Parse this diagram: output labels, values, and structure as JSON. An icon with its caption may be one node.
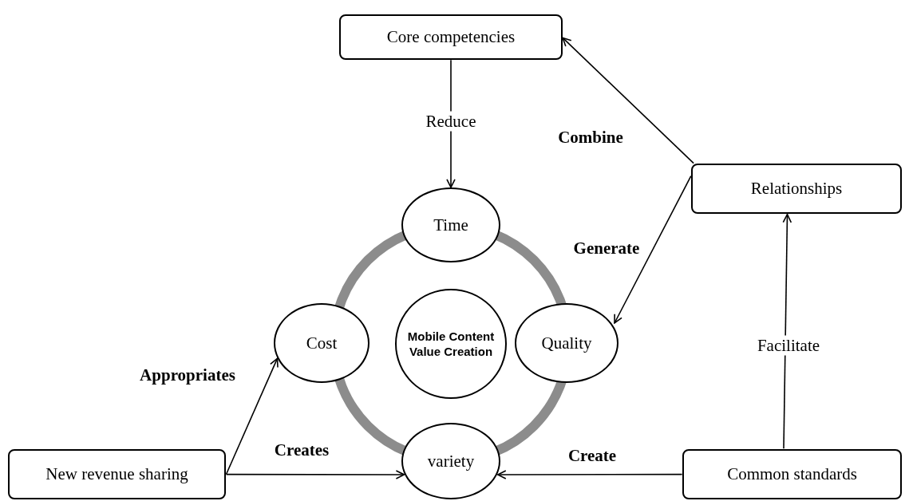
{
  "diagram": {
    "nodes": [
      {
        "text": [
          "Core competencies"
        ]
      },
      {
        "text": [
          "Relationships"
        ]
      },
      {
        "text": [
          "Time"
        ]
      },
      {
        "text": [
          "Cost"
        ]
      },
      {
        "text": [
          "Mobile Content Value Creation"
        ]
      },
      {
        "text": [
          "Quality"
        ]
      },
      {
        "text": [
          "variety"
        ]
      },
      {
        "text": [
          "New revenue sharing"
        ]
      },
      {
        "text": [
          "Common standards"
        ]
      }
    ],
    "edges": [
      {
        "from": 0,
        "to": 2,
        "arrow": "to",
        "label": "Reduce"
      },
      {
        "from": 1,
        "to": 0,
        "arrow": "to",
        "label": "Combine"
      },
      {
        "from": 1,
        "to": 5,
        "arrow": "to",
        "label": "Generate"
      },
      {
        "from": 8,
        "to": 1,
        "arrow": "to",
        "label": "Facilitate"
      },
      {
        "from": 8,
        "to": 6,
        "arrow": "to",
        "label": "Create"
      },
      {
        "from": 7,
        "to": 3,
        "arrow": "to",
        "label": "Appropriates"
      },
      {
        "from": 7,
        "to": 6,
        "arrow": "to",
        "label": "Creates"
      }
    ]
  }
}
